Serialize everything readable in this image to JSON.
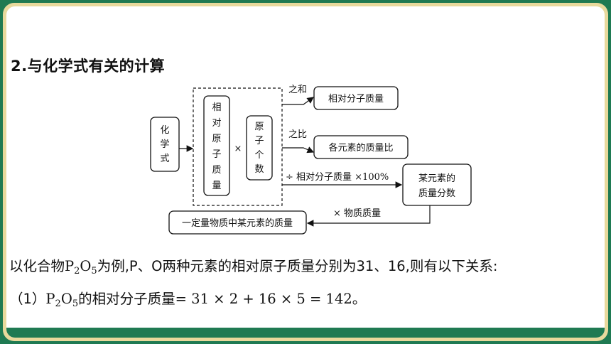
{
  "heading": "2.与化学式有关的计算",
  "diagram": {
    "chem_formula": [
      "化",
      "学",
      "式"
    ],
    "rel_atomic_mass": [
      "相",
      "对",
      "原",
      "子",
      "质",
      "量"
    ],
    "times": "×",
    "atom_count": [
      "原",
      "子",
      "个",
      "数"
    ],
    "sum_label": "之和",
    "rel_molecular_mass": "相对分子质量",
    "ratio_label": "之比",
    "mass_ratio": "各元素的质量比",
    "divide_label": "÷ 相对分子质量 ×100%",
    "mass_fraction": [
      "某元素的",
      "质量分数"
    ],
    "times_mass_label": "× 物质质量",
    "element_mass": "一定量物质中某元素的质量"
  },
  "line1": {
    "pre": "以化合物",
    "formula": {
      "p": "P",
      "p_sub": "2",
      "o": "O",
      "o_sub": "5"
    },
    "post": "为例,P、O两种元素的相对原子质量分别为31、16,则有以下关系:"
  },
  "line2": {
    "label": "（1）",
    "formula": {
      "p": "P",
      "p_sub": "2",
      "o": "O",
      "o_sub": "5"
    },
    "text": "的相对分子质量",
    "equation": "= 31 × 2 + 16 × 5 = 142。"
  }
}
